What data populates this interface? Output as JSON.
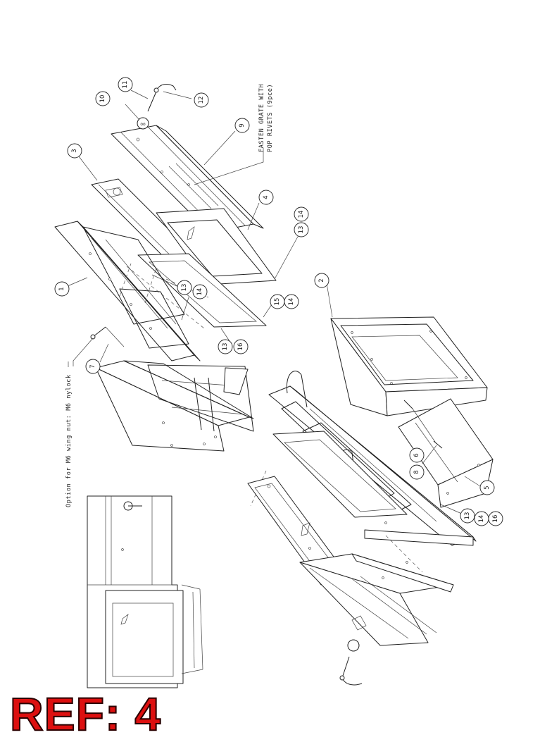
{
  "notes": {
    "fasten_line1": "FASTEN GRATE WITH",
    "fasten_line2": "POP RIVETS (9pce)",
    "option": "Option for M6 wing nut: M6 nylock"
  },
  "ref_label": "REF: 4",
  "ref_color": "#dd1010",
  "balloons": [
    {
      "id": "b1",
      "label": "1"
    },
    {
      "id": "b2",
      "label": "2"
    },
    {
      "id": "b3",
      "label": "3"
    },
    {
      "id": "b4",
      "label": "4"
    },
    {
      "id": "b5",
      "label": "5"
    },
    {
      "id": "b6",
      "label": "6"
    },
    {
      "id": "b7",
      "label": "7"
    },
    {
      "id": "b8",
      "label": "8"
    },
    {
      "id": "b9",
      "label": "9"
    },
    {
      "id": "b10",
      "label": "10"
    },
    {
      "id": "b11",
      "label": "11"
    },
    {
      "id": "b12",
      "label": "12"
    },
    {
      "id": "b13a",
      "label": "13"
    },
    {
      "id": "b14a",
      "label": "14"
    },
    {
      "id": "b13b",
      "label": "13"
    },
    {
      "id": "b14b",
      "label": "14"
    },
    {
      "id": "b13c",
      "label": "13"
    },
    {
      "id": "b16a",
      "label": "16"
    },
    {
      "id": "b15",
      "label": "15"
    },
    {
      "id": "b14c",
      "label": "14"
    },
    {
      "id": "b13d",
      "label": "13"
    },
    {
      "id": "b14d",
      "label": "14"
    },
    {
      "id": "b16b",
      "label": "16"
    }
  ]
}
